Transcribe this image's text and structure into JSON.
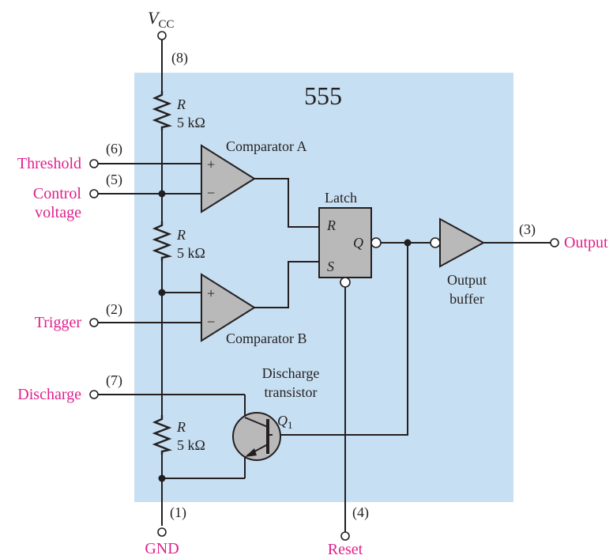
{
  "chip_name": "555",
  "supply": {
    "label": "V",
    "subscript": "CC"
  },
  "pins": {
    "vcc_num": "(8)",
    "threshold_num": "(6)",
    "control_num": "(5)",
    "trigger_num": "(2)",
    "discharge_num": "(7)",
    "gnd_num": "(1)",
    "reset_num": "(4)",
    "output_num": "(3)"
  },
  "pin_labels": {
    "threshold": "Threshold",
    "control_line1": "Control",
    "control_line2": "voltage",
    "trigger": "Trigger",
    "discharge": "Discharge",
    "gnd": "GND",
    "reset": "Reset",
    "output": "Output"
  },
  "resistor": {
    "symbol": "R",
    "value": "5 kΩ"
  },
  "comparator_a": {
    "label": "Comparator A",
    "plus": "+",
    "minus": "−"
  },
  "comparator_b": {
    "label": "Comparator B",
    "plus": "+",
    "minus": "−"
  },
  "latch": {
    "label": "Latch",
    "r": "R",
    "s": "S",
    "q": "Q"
  },
  "output_buffer": {
    "line1": "Output",
    "line2": "buffer"
  },
  "discharge_transistor": {
    "line1": "Discharge",
    "line2": "transistor",
    "symbol": "Q",
    "subscript": "1"
  },
  "colors": {
    "chip_background": "#c7dff2",
    "pin_label": "#e0208c",
    "component_fill": "#b9b9b9",
    "line": "#231f20"
  }
}
